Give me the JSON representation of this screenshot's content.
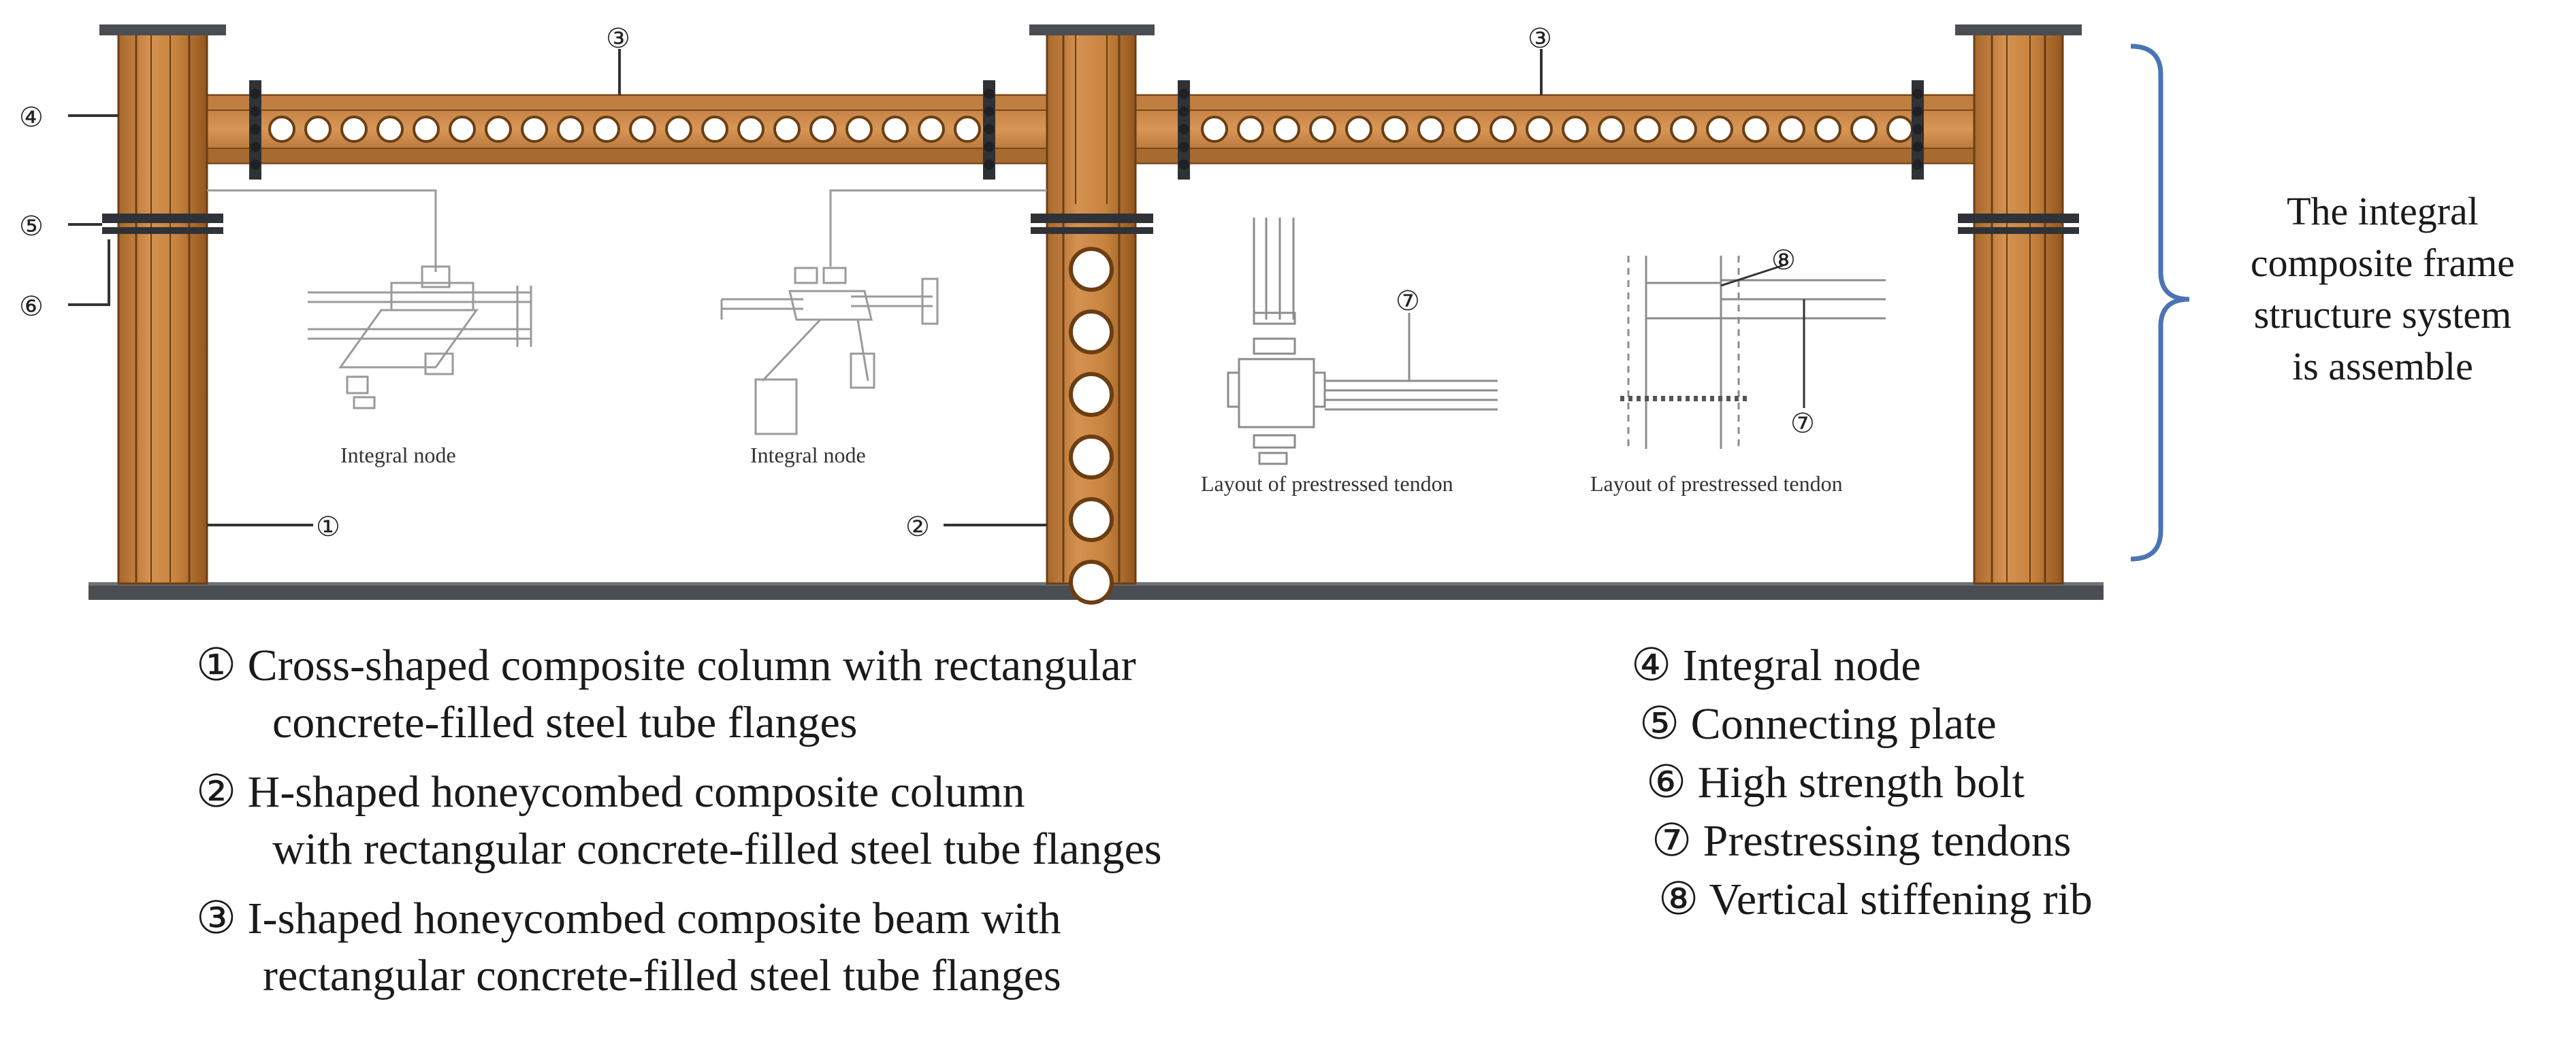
{
  "colors": {
    "steel": "#c8843f",
    "steel_dark": "#8a5420",
    "steel_light": "#e0a86a",
    "plate": "#4a4d52",
    "bracket": "#4a74b5",
    "sketch": "#9a9a9a"
  },
  "callouts": {
    "c1": "①",
    "c2": "②",
    "c3a": "③",
    "c3b": "③",
    "c4": "④",
    "c5": "⑤",
    "c6": "⑥",
    "c7a": "⑦",
    "c7b": "⑦",
    "c8": "⑧"
  },
  "detail_captions": [
    "Integral node",
    "Integral node",
    "Layout of prestressed tendon",
    "Layout of prestressed tendon"
  ],
  "annotation_lines": [
    "The integral",
    "composite frame",
    "structure system",
    "is assemble"
  ],
  "legend_left": [
    {
      "line1": "① Cross-shaped composite column with rectangular",
      "line2": "concrete-filled steel tube flanges"
    },
    {
      "line1": "② H-shaped honeycombed composite column",
      "line2": "with rectangular concrete-filled steel tube flanges"
    },
    {
      "line1": "③ I-shaped honeycombed composite beam with",
      "line2": "rectangular concrete-filled steel tube flanges"
    }
  ],
  "legend_right": [
    "④ Integral node",
    "⑤ Connecting plate",
    "⑥ High strength bolt",
    "⑦ Prestressing tendons",
    "⑧ Vertical stiffening rib"
  ]
}
